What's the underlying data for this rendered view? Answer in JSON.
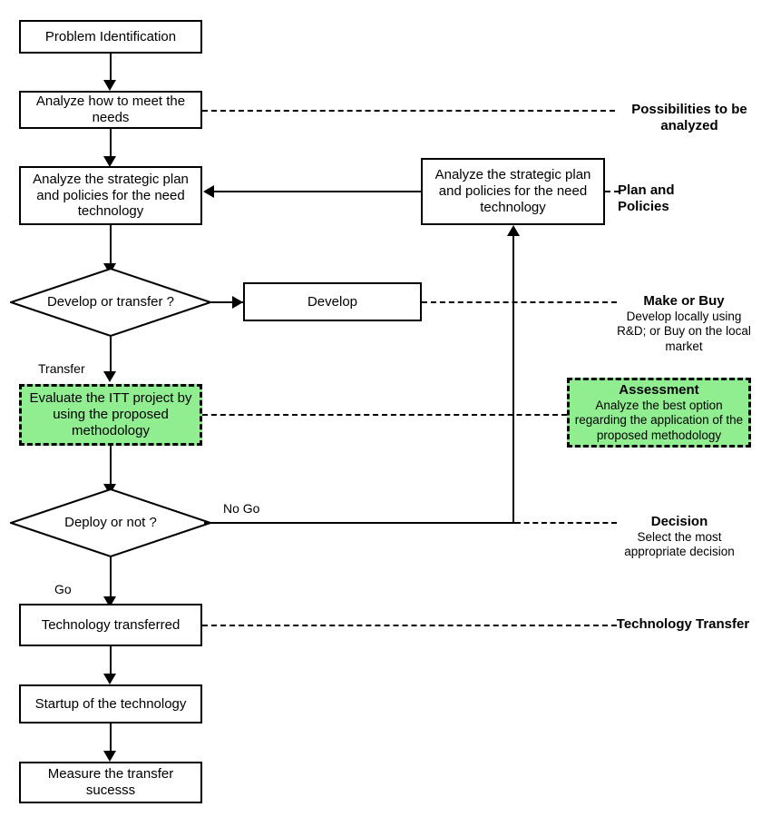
{
  "diagram": {
    "title": "Technology transfer (ITT) process flowchart",
    "colors": {
      "highlight_fill": "#90EE90",
      "stroke": "#000000",
      "background": "#FFFFFF"
    },
    "nodes": {
      "problem_identification": "Problem Identification",
      "analyze_needs": "Analyze how to meet the needs",
      "analyze_strategic_left": "Analyze the strategic plan and policies for the need technology",
      "analyze_strategic_right": "Analyze the strategic plan and policies for the need technology",
      "develop_or_transfer": "Develop or transfer ?",
      "develop": "Develop",
      "evaluate_itt": "Evaluate the ITT project by using the proposed methodology",
      "deploy_or_not": "Deploy or not ?",
      "technology_transferred": "Technology transferred",
      "startup": "Startup of the technology",
      "measure": "Measure the transfer sucesss"
    },
    "edge_labels": {
      "transfer": "Transfer",
      "no_go": "No Go",
      "go": "Go"
    },
    "annotations": {
      "possibilities": {
        "title": "Possibilities to be analyzed",
        "subtitle": ""
      },
      "plan_policies": {
        "title": "Plan and Policies",
        "subtitle": ""
      },
      "make_or_buy": {
        "title": "Make or Buy",
        "subtitle": "Develop locally using R&D; or Buy on the local market"
      },
      "assessment": {
        "title": "Assessment",
        "subtitle": "Analyze the best option regarding the application of the proposed methodology"
      },
      "decision": {
        "title": "Decision",
        "subtitle": "Select the most appropriate decision"
      },
      "technology_transfer": {
        "title": "Technology Transfer",
        "subtitle": ""
      }
    }
  }
}
